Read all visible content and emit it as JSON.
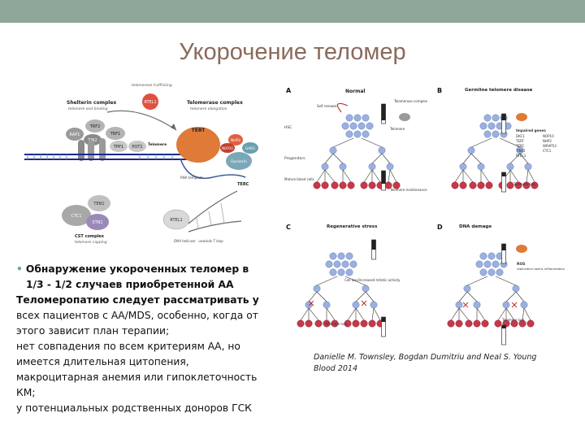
{
  "slide": {
    "title": "Укорочение теломер"
  },
  "bullet": {
    "line1": "Обнаружение укороченных теломер в",
    "line2": "1/3 - 1/2 случаев приобретенной АА",
    "line3": "Теломеропатию следует рассматривать у",
    "line4": "всех пациентов с АА/MDS, особенно, когда от",
    "line5": "этого зависит план терапии;",
    "line6": "нет совпадения по всем критериям АА, но",
    "line7": "имеется длительная цитопения,",
    "line8": "макроцитарная анемия или гипоклеточность",
    "line9": "КМ;",
    "line10": "у потенциальных родственных доноров ГСК"
  },
  "citation": {
    "authors": "Danielle M. Townsley, Bogdan Dumitriu and Neal S. Young",
    "journal": "Blood 2014"
  },
  "figure_left": {
    "shelterin_title": "Shelterin complex",
    "shelterin_sub": "telomere end binding",
    "telomerase_title": "Telomerase complex",
    "telomerase_sub": "telomere elongation",
    "top_label": "telomerase trafficking",
    "rtel1": "RTEL1",
    "trf1": "TRF1",
    "trf2": "TRF2",
    "tin2": "TIN2",
    "tpp1": "TPP1",
    "pot1": "POT1",
    "rap1": "RAP1",
    "tert": "TERT",
    "nhp2": "NHP2",
    "nop10": "NOP10",
    "gar1": "GAR1",
    "dyskerin": "Dyskerin",
    "terc": "TERC",
    "telomere_label": "Telomere",
    "rna_template": "RNA template",
    "cst_title": "CST complex",
    "cst_sub": "telomere capping",
    "ctc1": "CTC1",
    "stn1": "STN1",
    "ten1": "TEN1",
    "dna_helicase": "DNA helicase - unwinds T loop"
  },
  "figure_right": {
    "panel_a": "A",
    "panel_a_title": "Normal",
    "panel_b": "B",
    "panel_b_title": "Germline telomere disease",
    "panel_c": "C",
    "panel_c_title": "Regenerative stress",
    "panel_d": "D",
    "panel_d_title": "DNA damage",
    "self_renewal": "Self renewal",
    "telomerase_complex": "Telomerase complex",
    "hsc": "HSC",
    "telomere": "Telomere",
    "progenitors": "Progenitors",
    "mature_blood": "Mature blood cells",
    "telomere_maintenance": "Telomere maintenance",
    "telomere_loss": "Telomere loss",
    "cell_loss": "Cell loss/increased mitotic activity",
    "impaired_genes_title": "Impaired genes",
    "impaired_genes": [
      "DKC1",
      "TERT",
      "TERC",
      "TINF2",
      "RTEL1",
      "NOP10",
      "NHP2",
      "WRAP53",
      "CTC1"
    ],
    "ros": "ROS",
    "ros_sub": "replication toxins inflammation"
  },
  "colors": {
    "top_bar": "#8fa79a",
    "title": "#8a6a5c",
    "bullet": "#7aa08d",
    "cell_blue": "#9ab0e0",
    "cell_red": "#c8384a",
    "tert_orange": "#e07a38"
  }
}
